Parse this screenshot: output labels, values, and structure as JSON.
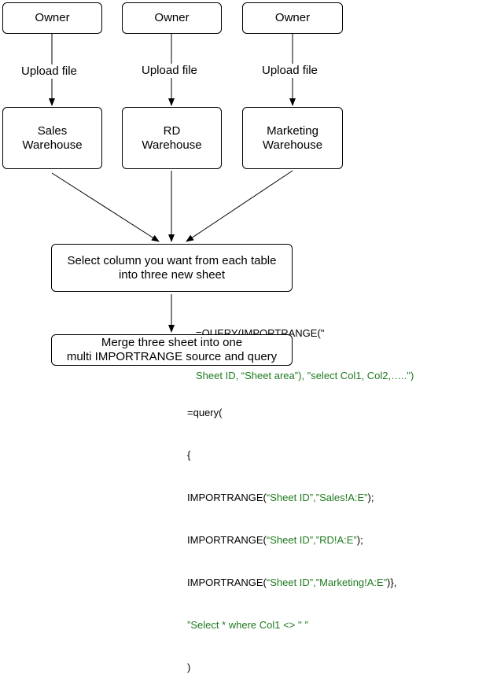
{
  "owners": [
    {
      "label": "Owner"
    },
    {
      "label": "Owner"
    },
    {
      "label": "Owner"
    }
  ],
  "upload_labels": [
    "Upload file",
    "Upload file",
    "Upload file"
  ],
  "warehouses": [
    {
      "line1": "Sales",
      "line2": "Warehouse"
    },
    {
      "line1": "RD",
      "line2": "Warehouse"
    },
    {
      "line1": "Marketing",
      "line2": "Warehouse"
    }
  ],
  "select_box": {
    "line1": "Select column you want from each table",
    "line2": "into three new sheet"
  },
  "merge_box": {
    "line1": "Merge three sheet into one",
    "line2": "multi IMPORTRANGE source and query"
  },
  "formula1": {
    "line1": "=QUERY(IMPORTRANGE(\"",
    "line2": "Sheet ID, “Sheet area”), \"select Col1, Col2,…..\")"
  },
  "formula2": {
    "l1": "=query(",
    "l2": "{",
    "l3_black": "IMPORTRANGE(",
    "l3_green": "“Sheet ID”,”Sales!A:E”",
    "l3_end": ");",
    "l4_black": "IMPORTRANGE(",
    "l4_green": "“Sheet ID”,”RD!A:E”",
    "l4_end": ");",
    "l5_black": "IMPORTRANGE(",
    "l5_green": "“Sheet ID”,”Marketing!A:E”",
    "l5_end": ")},",
    "l6": "”Select * where Col1 <> '' ”",
    "l7": ")"
  },
  "colors": {
    "formula_green": "#1f7a1f",
    "stroke": "#000000"
  }
}
